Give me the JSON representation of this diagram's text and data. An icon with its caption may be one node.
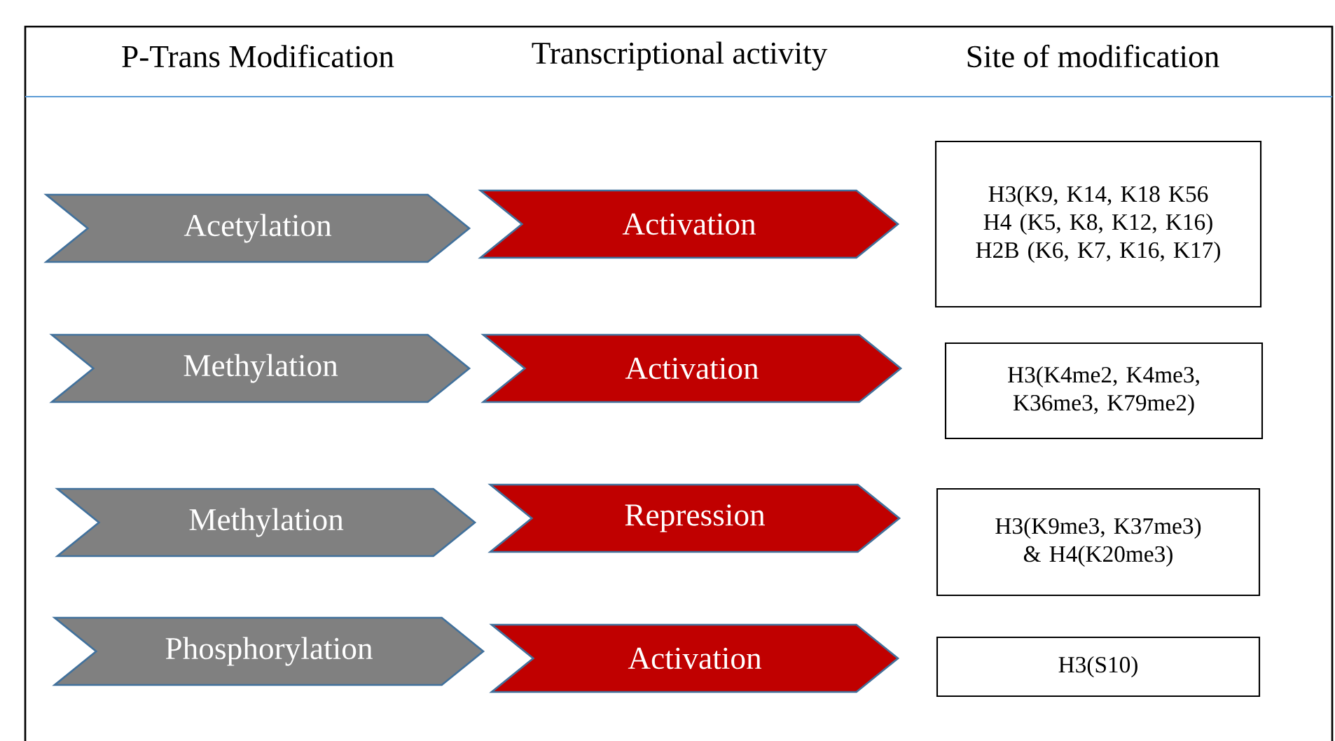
{
  "diagram": {
    "nodes": [
      {
        "text": [
          "Acetylation"
        ]
      },
      {
        "text": [
          "Activation"
        ]
      },
      {
        "text": [
          "H3(K9, K14, K18 K56 H4 (K5, K8, K12, K16) H2B (K6, K7, K16, K17)"
        ]
      },
      {
        "text": [
          "Methylation"
        ]
      },
      {
        "text": [
          "Activation"
        ]
      },
      {
        "text": [
          "H3(K4me2, K4me3, K36me3, K79me2)"
        ]
      },
      {
        "text": [
          "Methylation"
        ]
      },
      {
        "text": [
          "Repression"
        ]
      },
      {
        "text": [
          "H3(K9me3, K37me3) & H4(K20me3)"
        ]
      },
      {
        "text": [
          "Phosphorylation"
        ]
      },
      {
        "text": [
          "Activation"
        ]
      },
      {
        "text": [
          "H3(S10)"
        ]
      }
    ],
    "labels": [
      "P-Trans Modification",
      "Transcriptional activity",
      "Site of modification"
    ]
  }
}
